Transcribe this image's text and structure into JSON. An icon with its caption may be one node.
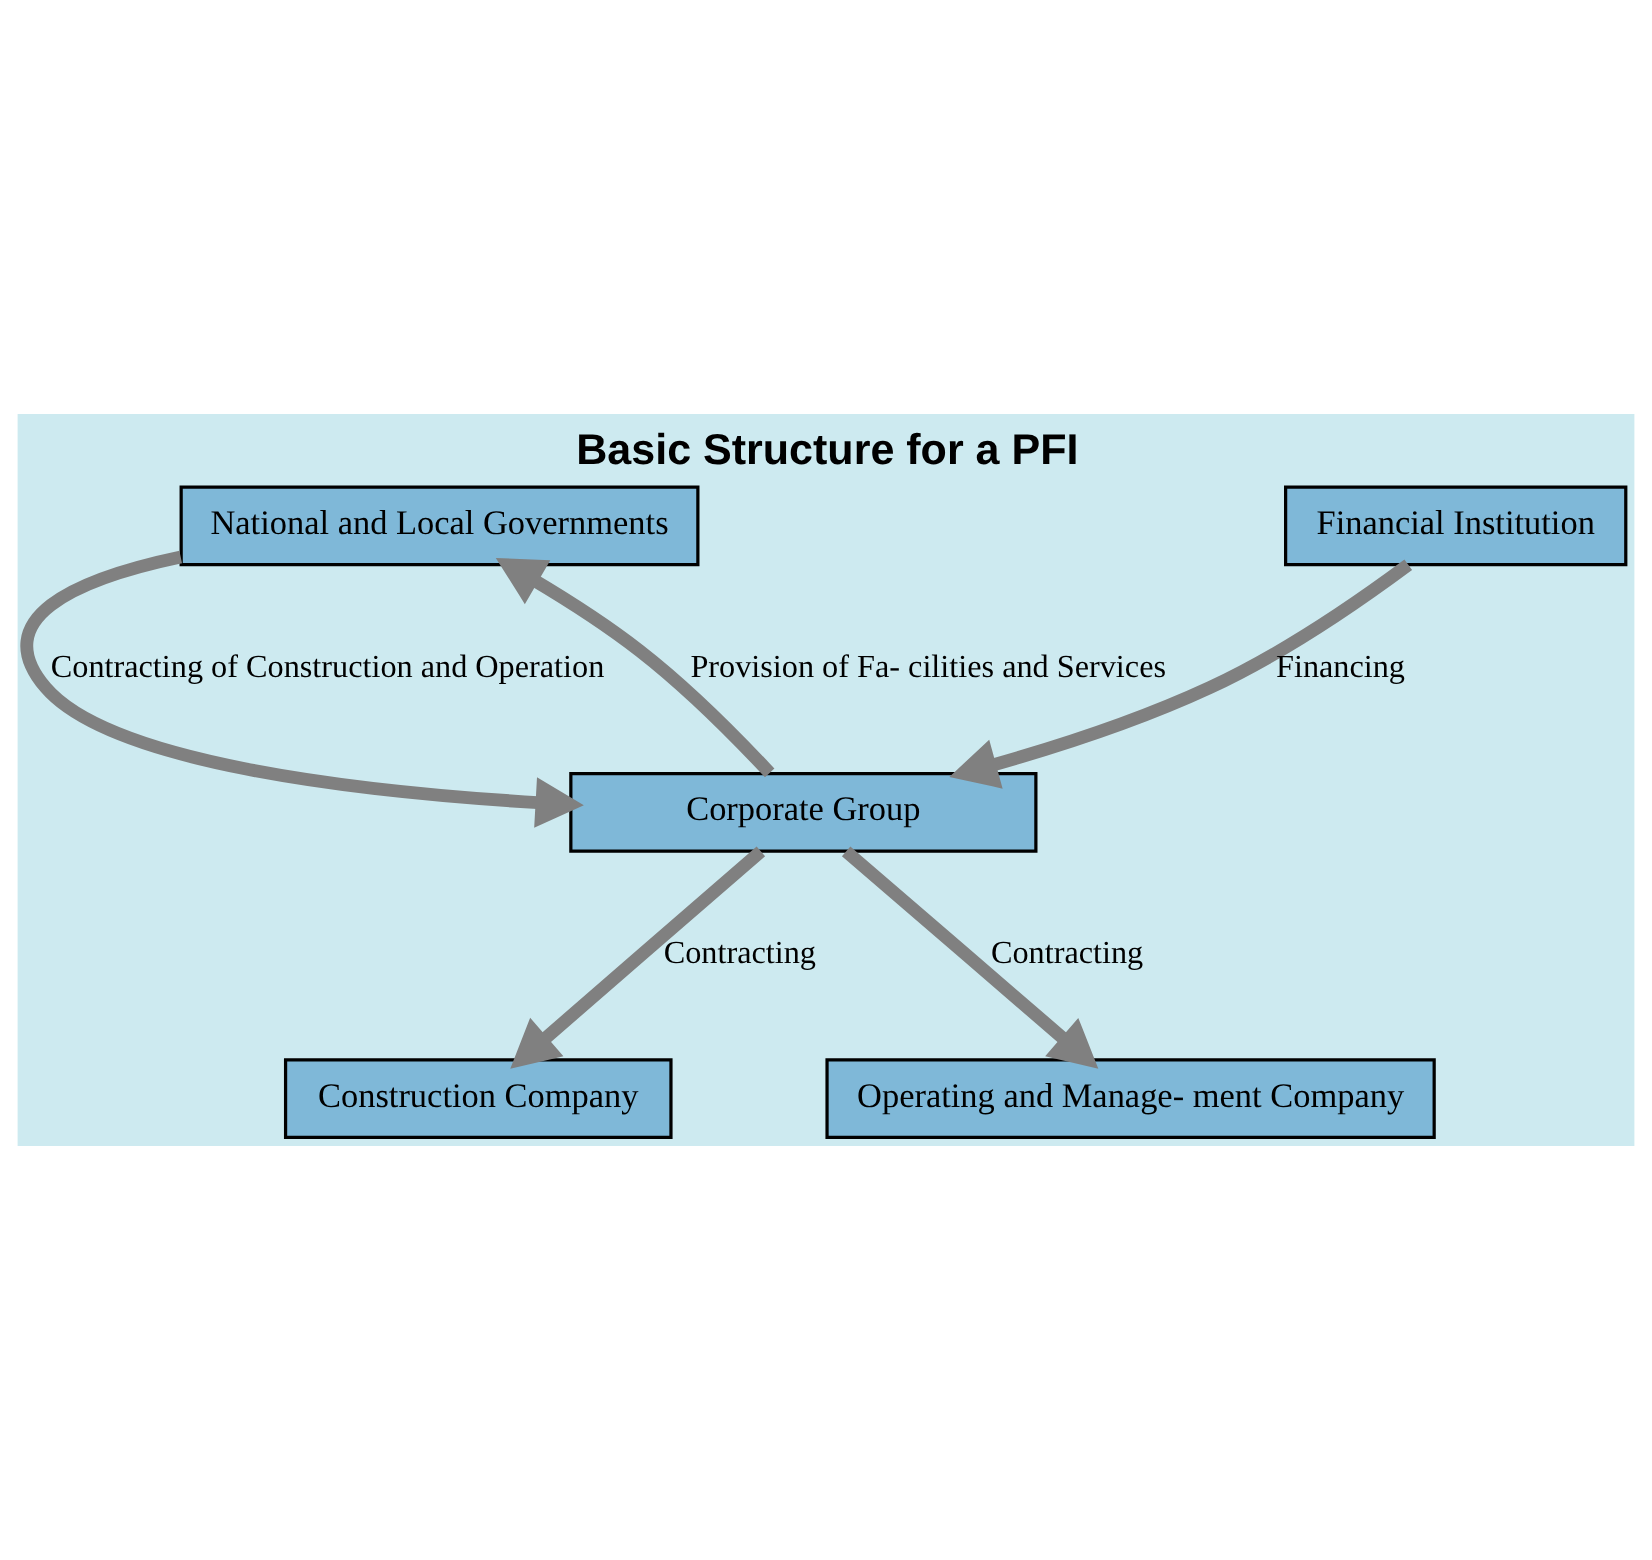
{
  "diagram": {
    "title": "Basic Structure for a PFI",
    "nodes": [
      {
        "text": [
          "National and Local Governments"
        ]
      },
      {
        "text": [
          "Financial Institution"
        ]
      },
      {
        "text": [
          "Corporate Group"
        ]
      },
      {
        "text": [
          "Construction Company"
        ]
      },
      {
        "text": [
          "Operating and Manage- ment Company"
        ]
      }
    ],
    "edges": [
      {
        "from": 0,
        "to": 2,
        "arrow": "to",
        "label": "Contracting of Construction and Operation"
      },
      {
        "from": 2,
        "to": 0,
        "arrow": "to",
        "label": "Provision of Fa- cilities and Services"
      },
      {
        "from": 1,
        "to": 2,
        "arrow": "to",
        "label": "Financing"
      },
      {
        "from": 2,
        "to": 3,
        "arrow": "to",
        "label": "Contracting"
      },
      {
        "from": 2,
        "to": 4,
        "arrow": "to",
        "label": "Contracting"
      }
    ]
  }
}
